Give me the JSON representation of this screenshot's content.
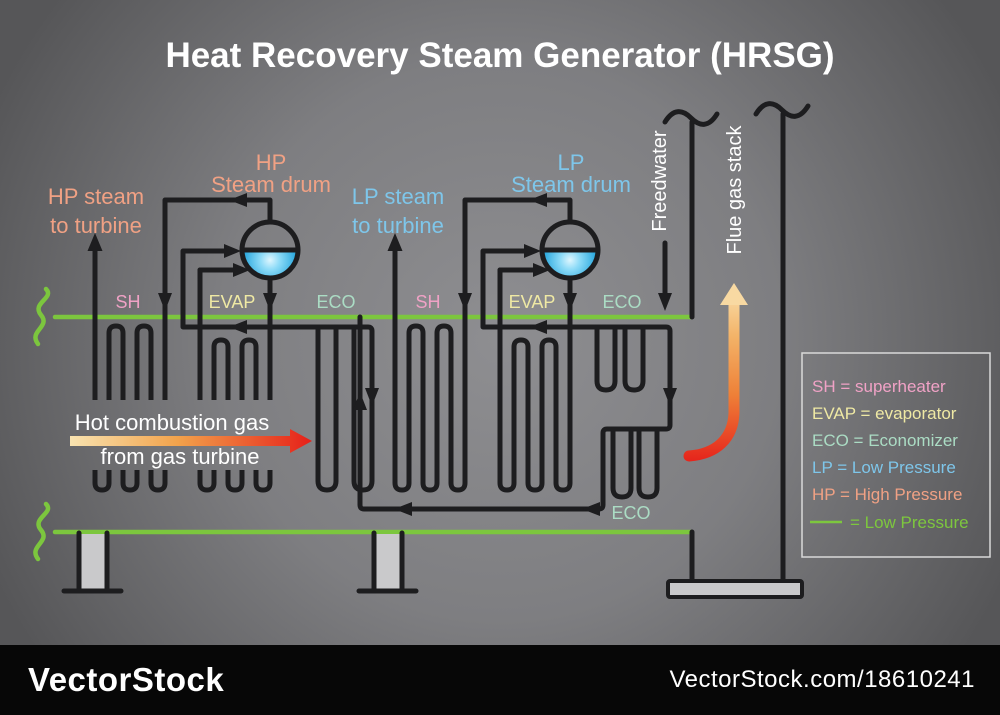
{
  "title": "Heat Recovery Steam Generator (HRSG)",
  "diagram": {
    "hp_steam_line1": "HP steam",
    "hp_steam_line2": "to turbine",
    "hp_drum_line1": "HP",
    "hp_drum_line2": "Steam drum",
    "lp_steam_line1": "LP steam",
    "lp_steam_line2": "to turbine",
    "lp_drum_line1": "LP",
    "lp_drum_line2": "Steam drum",
    "feedwater_label": "Freedwater",
    "stack_label": "Flue gas stack",
    "hot_gas_line1": "Hot combustion gas",
    "hot_gas_line2": "from gas turbine",
    "sections": [
      "SH",
      "EVAP",
      "ECO",
      "SH",
      "EVAP",
      "ECO"
    ],
    "eco_bottom": "ECO"
  },
  "legend": {
    "items": [
      {
        "text": "SH = superheater",
        "color": "#f0a2c6"
      },
      {
        "text": "EVAP = evaporator",
        "color": "#efe9a4"
      },
      {
        "text": "ECO = Economizer",
        "color": "#abdcc4"
      },
      {
        "text": "LP = Low Pressure",
        "color": "#7ec6ea"
      },
      {
        "text": "HP = High Pressure",
        "color": "#f0a184"
      },
      {
        "text": "= Low Pressure",
        "color": "#7dc73e",
        "swatch": "green-line"
      }
    ]
  },
  "colors": {
    "background_center": "#8e8e91",
    "background_edge": "#565658",
    "pipe_black": "#1d1d1f",
    "low_pressure_green": "#7cc63e",
    "hp_label_salmon": "#f0a184",
    "lp_label_blue": "#7ec6ea",
    "sh_pink": "#f0a2c6",
    "evap_yellow": "#efe9a4",
    "eco_mint": "#abdcc4",
    "drum_water_blue": "#29abe2",
    "hot_gas_red": "#e6221a",
    "hot_gas_cream": "#f8e3b0",
    "footer_black": "#070707",
    "text_white": "#ffffff"
  },
  "footer": {
    "brand": "VectorStock",
    "image_ref": "VectorStock.com/18610241"
  }
}
